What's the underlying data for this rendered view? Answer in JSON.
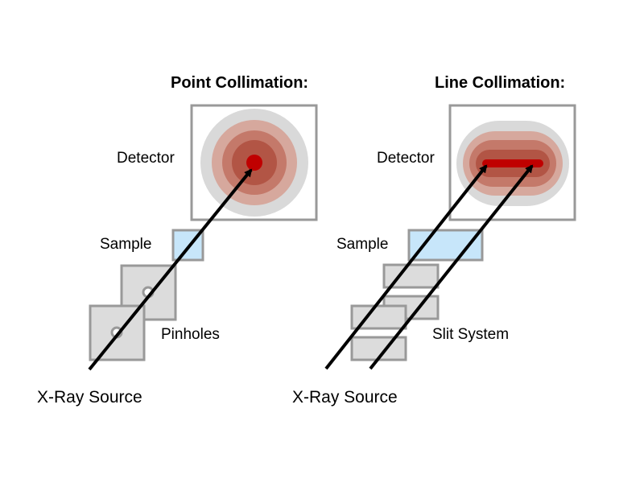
{
  "point_collimation": {
    "title": "Point Collimation:",
    "detector_label": "Detector",
    "sample_label": "Sample",
    "aperture_label": "Pinholes",
    "source_label": "X-Ray Source"
  },
  "line_collimation": {
    "title": "Line Collimation:",
    "detector_label": "Detector",
    "sample_label": "Sample",
    "aperture_label": "Slit System",
    "source_label": "X-Ray Source"
  },
  "colors": {
    "frame_gray": "#999999",
    "component_fill": "#dcdcdc",
    "sample_fill": "#c7e6fa",
    "beam": "#000000",
    "scatter_outer": "#d9d9d9",
    "scatter_light": "#d6a89d",
    "scatter_mid": "#c4796a",
    "scatter_dark": "#b25545",
    "scatter_center": "#c00000"
  }
}
